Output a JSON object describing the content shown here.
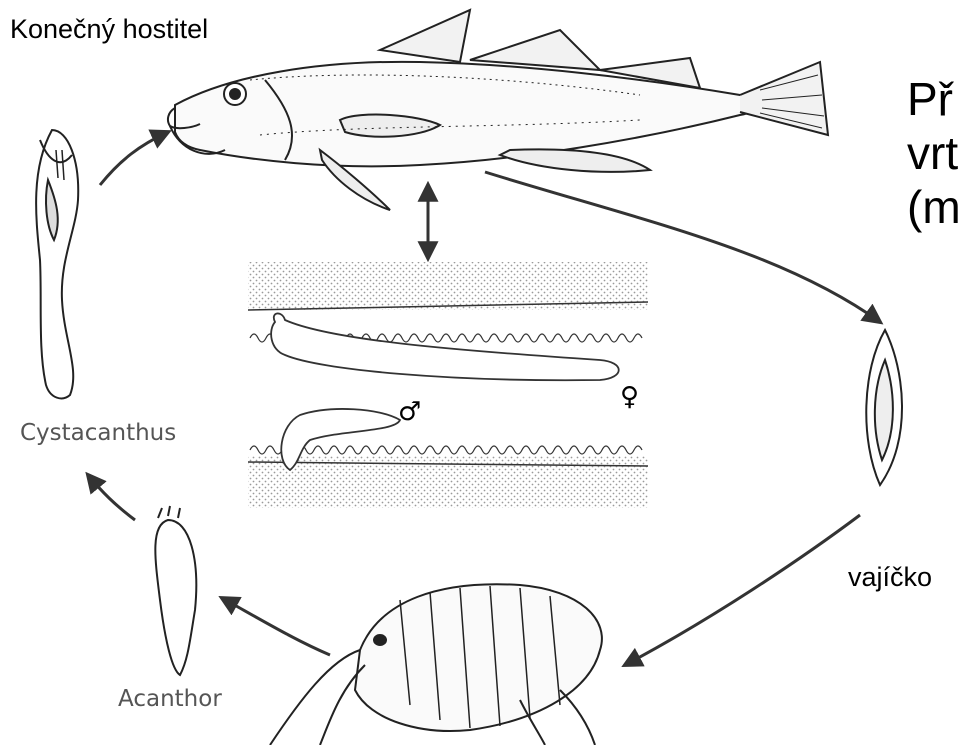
{
  "labels": {
    "definitive_host": "Konečný hostitel",
    "egg": "vajíčko",
    "cystacanth": "Cystacanthus",
    "acanthor": "Acanthor"
  },
  "title_lines": [
    "Př",
    "vrt",
    "(m"
  ],
  "symbols": {
    "male": "♂",
    "female": "♀"
  },
  "colors": {
    "line": "#3a3a3a",
    "stipple": "#bdbdbd",
    "caption": "#555555"
  }
}
